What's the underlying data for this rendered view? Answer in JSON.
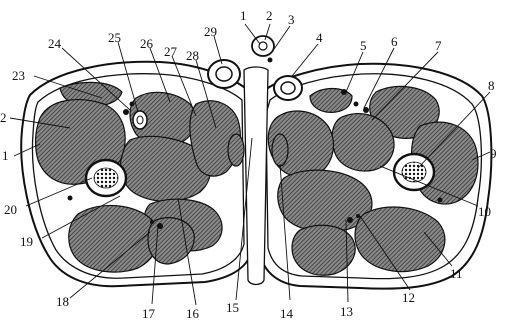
{
  "colors": {
    "ink": "#111111",
    "muscle_fill": "#6e6e6e",
    "paper": "#ffffff"
  },
  "figure": {
    "callouts": [
      {
        "id": "c1a",
        "text": "1"
      },
      {
        "id": "c2a",
        "text": "2"
      },
      {
        "id": "c3",
        "text": "3"
      },
      {
        "id": "c4",
        "text": "4"
      },
      {
        "id": "c5",
        "text": "5"
      },
      {
        "id": "c6",
        "text": "6"
      },
      {
        "id": "c7",
        "text": "7"
      },
      {
        "id": "c8",
        "text": "8"
      },
      {
        "id": "c9",
        "text": "9"
      },
      {
        "id": "c10",
        "text": "10"
      },
      {
        "id": "c11",
        "text": "11"
      },
      {
        "id": "c12",
        "text": "12"
      },
      {
        "id": "c13",
        "text": "13"
      },
      {
        "id": "c14",
        "text": "14"
      },
      {
        "id": "c15",
        "text": "15"
      },
      {
        "id": "c16",
        "text": "16"
      },
      {
        "id": "c17",
        "text": "17"
      },
      {
        "id": "c18",
        "text": "18"
      },
      {
        "id": "c19",
        "text": "19"
      },
      {
        "id": "c20",
        "text": "20"
      },
      {
        "id": "c1b",
        "text": "1"
      },
      {
        "id": "c2b",
        "text": "2"
      },
      {
        "id": "c23",
        "text": "23"
      },
      {
        "id": "c24",
        "text": "24"
      },
      {
        "id": "c25",
        "text": "25"
      },
      {
        "id": "c26",
        "text": "26"
      },
      {
        "id": "c27",
        "text": "27"
      },
      {
        "id": "c28",
        "text": "28"
      },
      {
        "id": "c29",
        "text": "29"
      }
    ]
  }
}
